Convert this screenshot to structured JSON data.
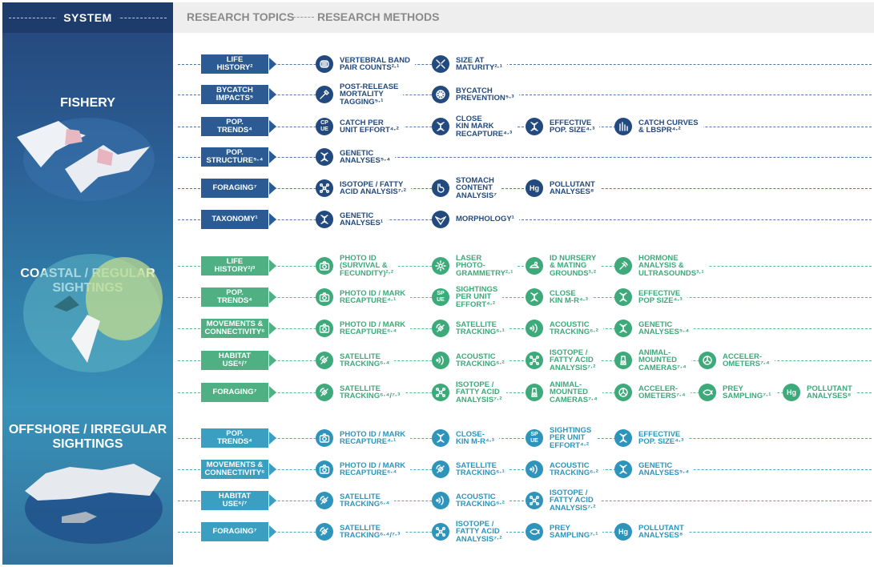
{
  "header": {
    "system_title": "SYSTEM",
    "topics_title": "RESEARCH TOPICS",
    "methods_title": "RESEARCH METHODS"
  },
  "systems": {
    "fishery": "FISHERY",
    "coastal": "COASTAL / REGULAR\nSIGHTINGS",
    "offshore": "OFFSHORE / IRREGULAR\nSIGHTINGS"
  },
  "colors": {
    "fishery": "#2b5b92",
    "coastal": "#4fb084",
    "offshore": "#3a9fc1"
  },
  "rows": [
    {
      "group": "fishery",
      "topic": "LIFE\nHISTORY²",
      "methods": [
        {
          "icon": "vertebra-icon",
          "label": "VERTEBRAL BAND\nPAIR COUNTS²·¹"
        },
        {
          "icon": "size-icon",
          "label": "SIZE AT\nMATURITY²·¹"
        }
      ]
    },
    {
      "group": "fishery",
      "topic": "BYCATCH\nIMPACTS⁵",
      "methods": [
        {
          "icon": "tag-icon",
          "label": "POST-RELEASE\nMORTALITY\nTAGGING⁵·¹"
        },
        {
          "icon": "net-icon",
          "label": "BYCATCH\nPREVENTION⁵·³"
        }
      ]
    },
    {
      "group": "fishery",
      "topic": "POP.\nTRENDS⁴",
      "methods": [
        {
          "icon": "cpue-icon",
          "label": "CATCH PER\nUNIT EFFORT⁴·²"
        },
        {
          "icon": "dna-icon",
          "label": "CLOSE\nKIN MARK\nRECAPTURE⁴·³"
        },
        {
          "icon": "dna-icon",
          "label": "EFFECTIVE\nPOP. SIZE⁴·³"
        },
        {
          "icon": "bars-icon",
          "label": "CATCH CURVES\n& LBSPR⁴·²"
        }
      ]
    },
    {
      "group": "fishery",
      "topic": "POP.\nSTRUCTURE⁵·⁴",
      "methods": [
        {
          "icon": "dna-icon",
          "label": "GENETIC\nANALYSES⁵·⁴"
        }
      ]
    },
    {
      "group": "fishery",
      "topic": "FORAGING⁷",
      "methods": [
        {
          "icon": "isotope-icon",
          "label": "ISOTOPE / FATTY\nACID ANALYSIS⁷·²"
        },
        {
          "icon": "stomach-icon",
          "label": "STOMACH\nCONTENT\nANALYSIS⁷"
        },
        {
          "icon": "hg-icon",
          "label": "POLLUTANT\nANALYSES⁸"
        }
      ]
    },
    {
      "group": "fishery",
      "topic": "TAXONOMY¹",
      "methods": [
        {
          "icon": "dna-icon",
          "label": "GENETIC\nANALYSES¹"
        },
        {
          "icon": "ray-icon",
          "label": "MORPHOLOGY¹"
        }
      ]
    },
    {
      "group": "coastal",
      "topic": "LIFE\nHISTORY²/³",
      "methods": [
        {
          "icon": "camera-icon",
          "label": "PHOTO ID\n(SURVIVAL &\nFECUNDITY)²·²"
        },
        {
          "icon": "laser-icon",
          "label": "LASER\nPHOTO-\nGRAMMETRY²·¹"
        },
        {
          "icon": "nursery-icon",
          "label": "ID NURSERY\n& MATING\nGROUNDS³·²"
        },
        {
          "icon": "ultrasound-icon",
          "label": "HORMONE\nANALYSIS &\nULTRASOUNDS³·¹"
        }
      ]
    },
    {
      "group": "coastal",
      "topic": "POP.\nTRENDS⁴",
      "methods": [
        {
          "icon": "camera-icon",
          "label": "PHOTO ID / MARK\nRECAPTURE⁴·¹"
        },
        {
          "icon": "spue-icon",
          "label": "SIGHTINGS\nPER UNIT\nEFFORT⁴·²"
        },
        {
          "icon": "dna-icon",
          "label": "CLOSE\nKIN M-R⁴·³"
        },
        {
          "icon": "dna-icon",
          "label": "EFFECTIVE\nPOP SIZE⁴·³"
        }
      ]
    },
    {
      "group": "coastal",
      "topic": "MOVEMENTS &\nCONNECTIVITY⁶",
      "methods": [
        {
          "icon": "camera-icon",
          "label": "PHOTO ID / MARK\nRECAPTURE⁶·⁴"
        },
        {
          "icon": "satellite-icon",
          "label": "SATELLITE\nTRACKING⁶·¹"
        },
        {
          "icon": "acoustic-icon",
          "label": "ACOUSTIC\nTRACKING⁶·²"
        },
        {
          "icon": "dna-icon",
          "label": "GENETIC\nANALYSES⁵·⁴"
        }
      ]
    },
    {
      "group": "coastal",
      "topic": "HABITAT\nUSE⁶/⁷",
      "methods": [
        {
          "icon": "satellite-icon",
          "label": "SATELLITE\nTRACKING⁶·⁴"
        },
        {
          "icon": "acoustic-icon",
          "label": "ACOUSTIC\nTRACKING⁶·²"
        },
        {
          "icon": "isotope-icon",
          "label": "ISOTOPE /\nFATTY ACID\nANALYSIS⁷·²"
        },
        {
          "icon": "camera-mount-icon",
          "label": "ANIMAL-\nMOUNTED\nCAMERAS⁷·⁴"
        },
        {
          "icon": "accelerometer-icon",
          "label": "ACCELER-\nOMETERS⁷·⁴"
        }
      ]
    },
    {
      "group": "coastal",
      "topic": "FORAGING⁷",
      "methods": [
        {
          "icon": "satellite-icon",
          "label": "SATELLITE\nTRACKING⁶·⁴/⁷·³"
        },
        {
          "icon": "isotope-icon",
          "label": "ISOTOPE /\nFATTY ACID\nANALYSIS⁷·²"
        },
        {
          "icon": "camera-mount-icon",
          "label": "ANIMAL-\nMOUNTED\nCAMERAS⁷·⁴"
        },
        {
          "icon": "accelerometer-icon",
          "label": "ACCELER-\nOMETERS⁷·⁴"
        },
        {
          "icon": "prey-icon",
          "label": "PREY\nSAMPLING⁷·¹"
        },
        {
          "icon": "hg-icon",
          "label": "POLLUTANT\nANALYSES⁸"
        }
      ]
    },
    {
      "group": "offshore",
      "topic": "POP.\nTRENDS⁴",
      "methods": [
        {
          "icon": "camera-icon",
          "label": "PHOTO ID / MARK\nRECAPTURE⁴·¹"
        },
        {
          "icon": "dna-icon",
          "label": "CLOSE-\nKIN M-R⁴·³"
        },
        {
          "icon": "spue-icon",
          "label": "SIGHTINGS\nPER UNIT\nEFFORT⁴·²"
        },
        {
          "icon": "dna-icon",
          "label": "EFFECTIVE\nPOP. SIZE⁴·³"
        }
      ]
    },
    {
      "group": "offshore",
      "topic": "MOVEMENTS &\nCONNECTIVITY⁶",
      "methods": [
        {
          "icon": "camera-icon",
          "label": "PHOTO ID / MARK\nRECAPTURE⁶·⁴"
        },
        {
          "icon": "satellite-icon",
          "label": "SATELLITE\nTRACKING⁶·¹"
        },
        {
          "icon": "acoustic-icon",
          "label": "ACOUSTIC\nTRACKING⁶·²"
        },
        {
          "icon": "dna-icon",
          "label": "GENETIC\nANALYSES⁵·⁴"
        }
      ]
    },
    {
      "group": "offshore",
      "topic": "HABITAT\nUSE⁶/⁷",
      "methods": [
        {
          "icon": "satellite-icon",
          "label": "SATELLITE\nTRACKING⁶·⁴"
        },
        {
          "icon": "acoustic-icon",
          "label": "ACOUSTIC\nTRACKING⁶·²"
        },
        {
          "icon": "isotope-icon",
          "label": "ISOTOPE /\nFATTY ACID\nANALYSIS⁷·²"
        }
      ]
    },
    {
      "group": "offshore",
      "topic": "FORAGING⁷",
      "methods": [
        {
          "icon": "satellite-icon",
          "label": "SATELLITE\nTRACKING⁶·⁴/⁷·³"
        },
        {
          "icon": "isotope-icon",
          "label": "ISOTOPE /\nFATTY ACID\nANALYSIS⁷·²"
        },
        {
          "icon": "prey-icon",
          "label": "PREY\nSAMPLING⁷·¹"
        },
        {
          "icon": "hg-icon",
          "label": "POLLUTANT\nANALYSES⁸"
        }
      ]
    }
  ]
}
